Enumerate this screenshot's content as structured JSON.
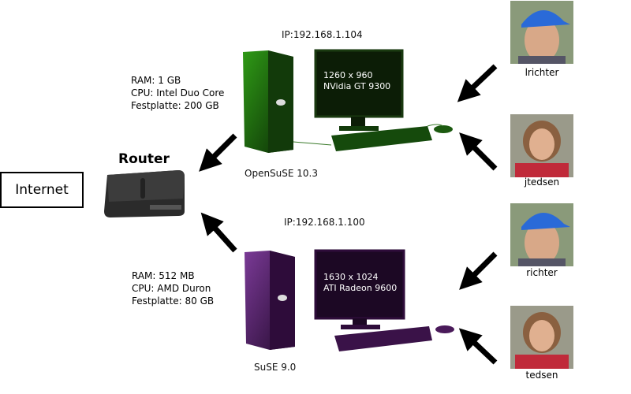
{
  "internet": {
    "label": "Internet"
  },
  "router": {
    "label": "Router"
  },
  "computers": [
    {
      "ip": "IP:192.168.1.104",
      "os": "OpenSuSE 10.3",
      "resolution": "1260 x 960",
      "gpu": "NVidia GT 9300",
      "specs": [
        "RAM: 1 GB",
        "CPU: Intel Duo Core",
        "Festplatte: 200 GB"
      ],
      "color": "#1f6b0e"
    },
    {
      "ip": "IP:192.168.1.100",
      "os": "SuSE 9.0",
      "resolution": "1630 x 1024",
      "gpu": "ATI Radeon 9600",
      "specs": [
        "RAM: 512 MB",
        "CPU: AMD Duron",
        "Festplatte: 80 GB"
      ],
      "color": "#4e1a5e"
    }
  ],
  "users": [
    {
      "name": "lrichter",
      "avatar": "man-blue-cap"
    },
    {
      "name": "jtedsen",
      "avatar": "woman"
    },
    {
      "name": "richter",
      "avatar": "man-blue-cap"
    },
    {
      "name": "tedsen",
      "avatar": "woman"
    }
  ]
}
